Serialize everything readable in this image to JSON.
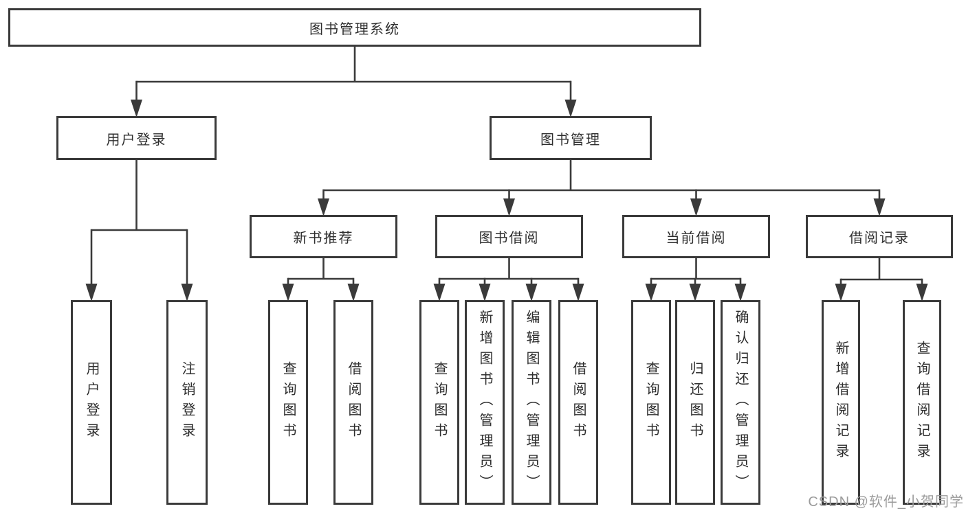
{
  "diagram": {
    "title": "图书管理系统",
    "type": "hierarchy-chart"
  },
  "colors": {
    "line": "#3a3a3a",
    "box_border": "#3a3a3a",
    "text": "#2e2e2e",
    "watermark_text": "#9b9b9b",
    "background": "#ffffff"
  },
  "watermark": {
    "text": "CSDN @软件_小贺同学"
  },
  "nodes": {
    "root": {
      "label": "图书管理系统",
      "children": [
        "login",
        "mgmt"
      ]
    },
    "login": {
      "label": "用户登录",
      "children": [
        "login-user",
        "login-logout"
      ]
    },
    "mgmt": {
      "label": "图书管理",
      "children": [
        "new-rec",
        "borrow",
        "current",
        "records"
      ]
    },
    "new-rec": {
      "label": "新书推荐",
      "children": [
        "rec-query",
        "rec-borrow"
      ]
    },
    "borrow": {
      "label": "图书借阅",
      "children": [
        "borrow-query",
        "borrow-add",
        "borrow-edit",
        "borrow-lend"
      ]
    },
    "current": {
      "label": "当前借阅",
      "children": [
        "cur-query",
        "cur-return",
        "cur-confirm"
      ]
    },
    "records": {
      "label": "借阅记录",
      "children": [
        "records-add",
        "records-query"
      ]
    },
    "login-user": {
      "label": "用户登录",
      "children": []
    },
    "login-logout": {
      "label": "注销登录",
      "children": []
    },
    "rec-query": {
      "label": "查询图书",
      "children": []
    },
    "rec-borrow": {
      "label": "借阅图书",
      "children": []
    },
    "borrow-query": {
      "label": "查询图书",
      "children": []
    },
    "borrow-add": {
      "label": "新增图书（管理员）",
      "children": []
    },
    "borrow-edit": {
      "label": "编辑图书（管理员）",
      "children": []
    },
    "borrow-lend": {
      "label": "借阅图书",
      "children": []
    },
    "cur-query": {
      "label": "查询图书",
      "children": []
    },
    "cur-return": {
      "label": "归还图书",
      "children": []
    },
    "cur-confirm": {
      "label": "确认归还（管理员）",
      "children": []
    },
    "records-add": {
      "label": "新增借阅记录",
      "children": []
    },
    "records-query": {
      "label": "查询借阅记录",
      "children": []
    }
  }
}
